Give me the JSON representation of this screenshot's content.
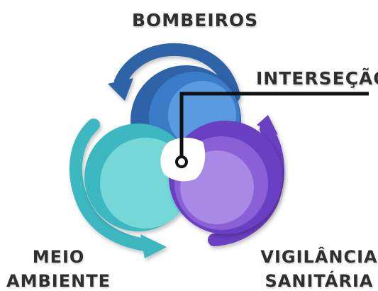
{
  "labels": {
    "top": "BOMBEIROS",
    "intersection": "INTERSEÇÃO",
    "bottom_left_line1": "MEIO",
    "bottom_left_line2": "AMBIENTE",
    "bottom_right_line1": "VIGILÂNCIA",
    "bottom_right_line2": "SANITÁRIA"
  },
  "colors": {
    "blue_dark": "#2f63a8",
    "blue_mid": "#3b7bc8",
    "blue_light": "#5a9ae0",
    "teal_dark": "#3cb7c0",
    "teal_light": "#74d8d6",
    "purple_dark": "#6a3fc2",
    "purple_mid": "#8b5fd6",
    "purple_light": "#a88ae6",
    "pointer": "#111111"
  }
}
